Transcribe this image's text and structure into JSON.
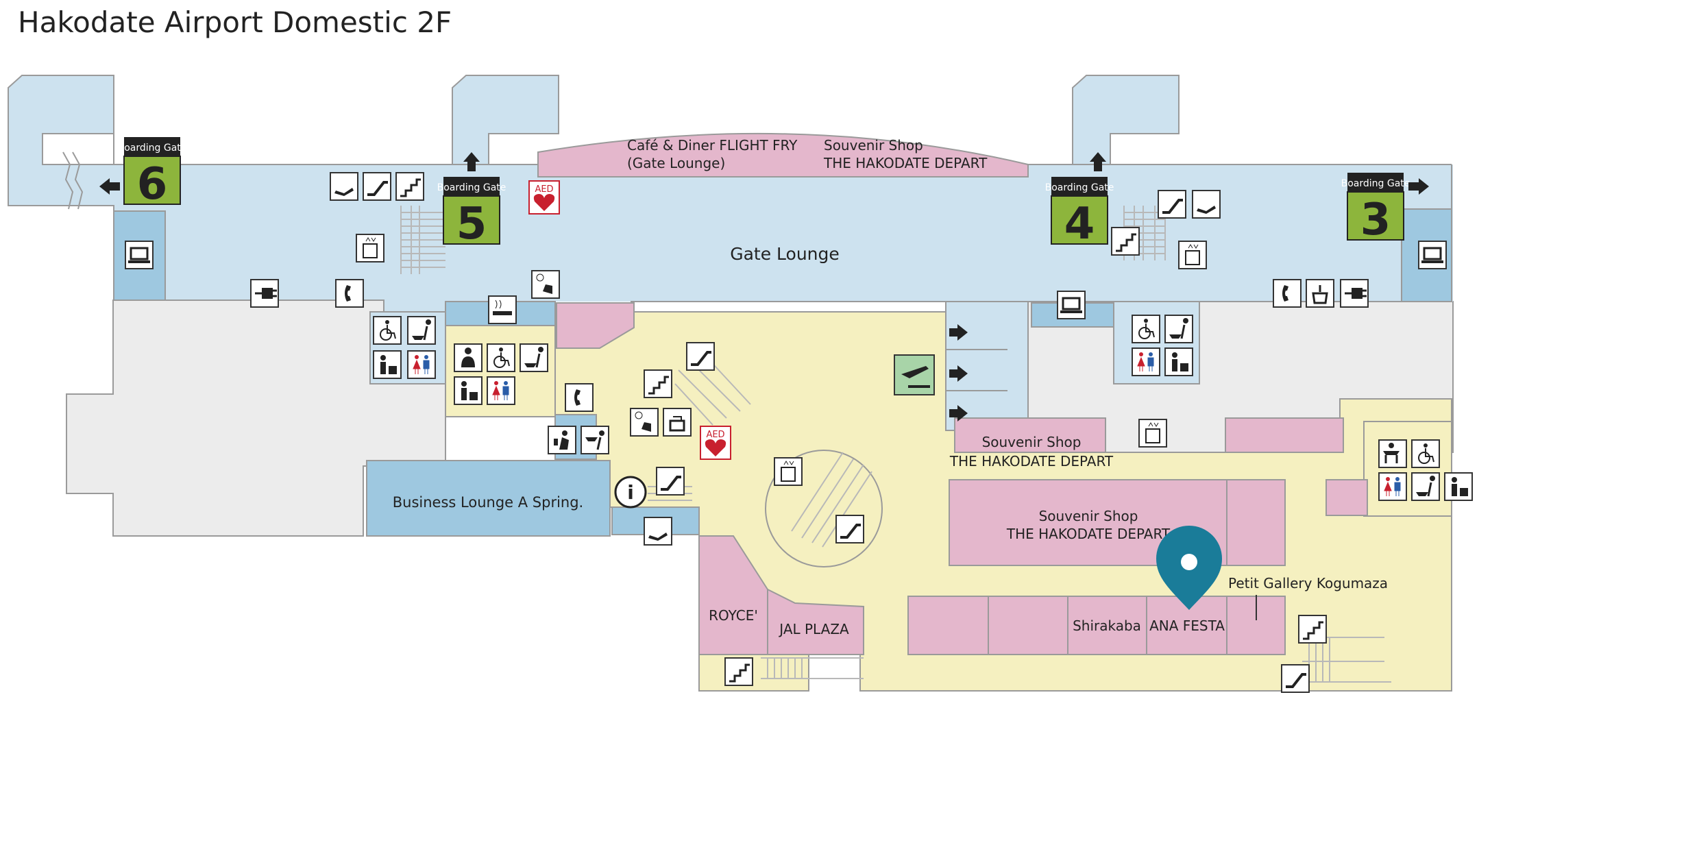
{
  "title": "Hakodate Airport Domestic 2F",
  "colors": {
    "gate_area": "#cde2ef",
    "lounge_blue": "#9ec8e0",
    "shop": "#e4b7cc",
    "public_area": "#f5f0c0",
    "back_area": "#ececec",
    "gate_badge": "#8db53c",
    "pin": "#1a7c99",
    "aed": "#c8202e",
    "departures_sign": "#a8d4a8"
  },
  "boarding_gates": [
    {
      "label": "Boarding Gate",
      "number": "6"
    },
    {
      "label": "Boarding Gate",
      "number": "5"
    },
    {
      "label": "Boarding Gate",
      "number": "4"
    },
    {
      "label": "Boarding Gate",
      "number": "3"
    }
  ],
  "areas": {
    "gate_lounge": "Gate Lounge",
    "business_lounge": "Business Lounge A Spring.",
    "cafe_line1": "Café & Diner FLIGHT FRY",
    "cafe_line2": "(Gate Lounge)",
    "souvenir_top_line1": "Souvenir Shop",
    "souvenir_top_line2": "THE HAKODATE DEPART",
    "souvenir_mid_line1": "Souvenir Shop",
    "souvenir_mid_line2": "THE HAKODATE DEPART",
    "souvenir_main_line1": "Souvenir Shop",
    "souvenir_main_line2": "THE HAKODATE DEPART",
    "royce": "ROYCE'",
    "jal_plaza": "JAL PLAZA",
    "shirakaba": "Shirakaba",
    "ana_festa": "ANA FESTA",
    "petit_gallery": "Petit Gallery Kogumaza"
  },
  "aed_label": "AED",
  "info_label": "i",
  "icons": [
    "boarding-gate-icon",
    "arrow-icon",
    "escalator-icon",
    "stairs-icon",
    "elevator-icon",
    "restroom-icon",
    "wheelchair-icon",
    "nursery-icon",
    "diaper-icon",
    "aed-icon",
    "info-icon",
    "phone-icon",
    "power-outlet-icon",
    "computer-icon",
    "massage-chair-icon",
    "water-fountain-icon",
    "smoking-room-icon",
    "departures-icon",
    "location-pin-icon"
  ]
}
